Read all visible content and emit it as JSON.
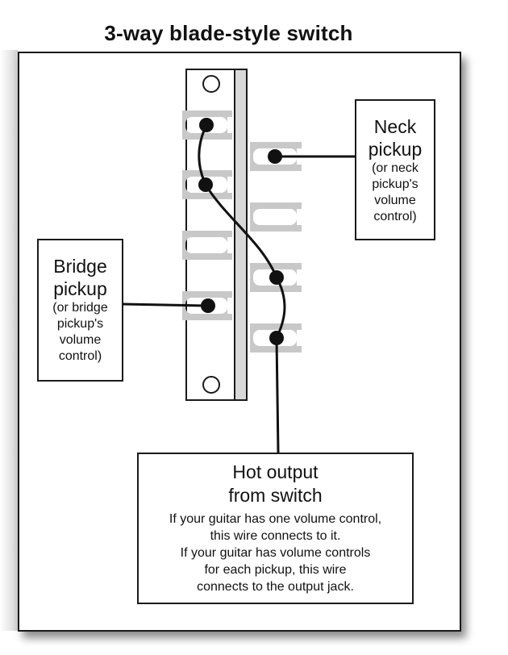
{
  "title": "3-way blade-style switch",
  "neck_label": {
    "main": "Neck pickup",
    "note": "(or neck\npickup's\nvolume\ncontrol)"
  },
  "bridge_label": {
    "main": "Bridge pickup",
    "note": "(or bridge\npickup's\nvolume\ncontrol)"
  },
  "output_label": {
    "main": "Hot output\nfrom switch",
    "note": "If your guitar has one volume control,\nthis wire connects to it.\nIf your guitar has volume controls\nfor each pickup, this wire\nconnects to the output jack."
  },
  "colors": {
    "lug": "#c8c8c8",
    "wire": "#111111",
    "switch_body": "#ffffff",
    "switch_rail": "#d8d8d8"
  }
}
